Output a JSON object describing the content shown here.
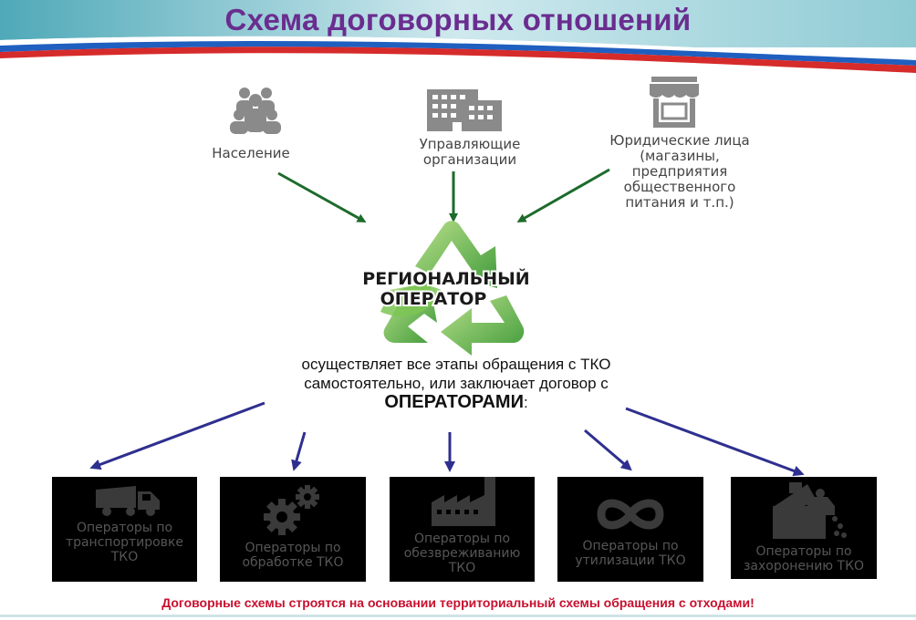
{
  "title": "Схема договорных отношений",
  "sources": [
    {
      "label": "Население",
      "icon": "people-icon"
    },
    {
      "label": "Управляющие организации",
      "icon": "building-icon"
    },
    {
      "label": "Юридические лица (магазины, предприятия общественного питания и т.п.)",
      "icon": "store-icon"
    }
  ],
  "operator_logo": {
    "line1": "РЕГИОНАЛЬНЫЙ",
    "line2": "ОПЕРАТОР",
    "icon": "recycle-icon"
  },
  "description": {
    "line1": "осуществляет все этапы обращения с ТКО",
    "line2": "самостоятельно, или заключает договор с",
    "emphasis": "ОПЕРАТОРАМИ",
    "suffix": ":"
  },
  "operators": [
    {
      "label": "Операторы по транспортировке ТКО",
      "icon": "garbage-truck-icon"
    },
    {
      "label": "Операторы по обработке ТКО",
      "icon": "gears-icon"
    },
    {
      "label": "Операторы по обезвреживанию ТКО",
      "icon": "factory-icon"
    },
    {
      "label": "Операторы по утилизации ТКО",
      "icon": "infinity-icon"
    },
    {
      "label": "Операторы по захоронению ТКО",
      "icon": "landfill-truck-icon"
    }
  ],
  "footer": "Договорные схемы строятся на основании территориальный схемы обращения с отходами!",
  "colors": {
    "title": "#6a2d8f",
    "arrow_top": "#1d6b2c",
    "arrow_bottom": "#2e2f8f",
    "footer": "#c8102e",
    "flag_blue": "#1f5fbf",
    "flag_red": "#d62b2b",
    "box": "#000000"
  }
}
